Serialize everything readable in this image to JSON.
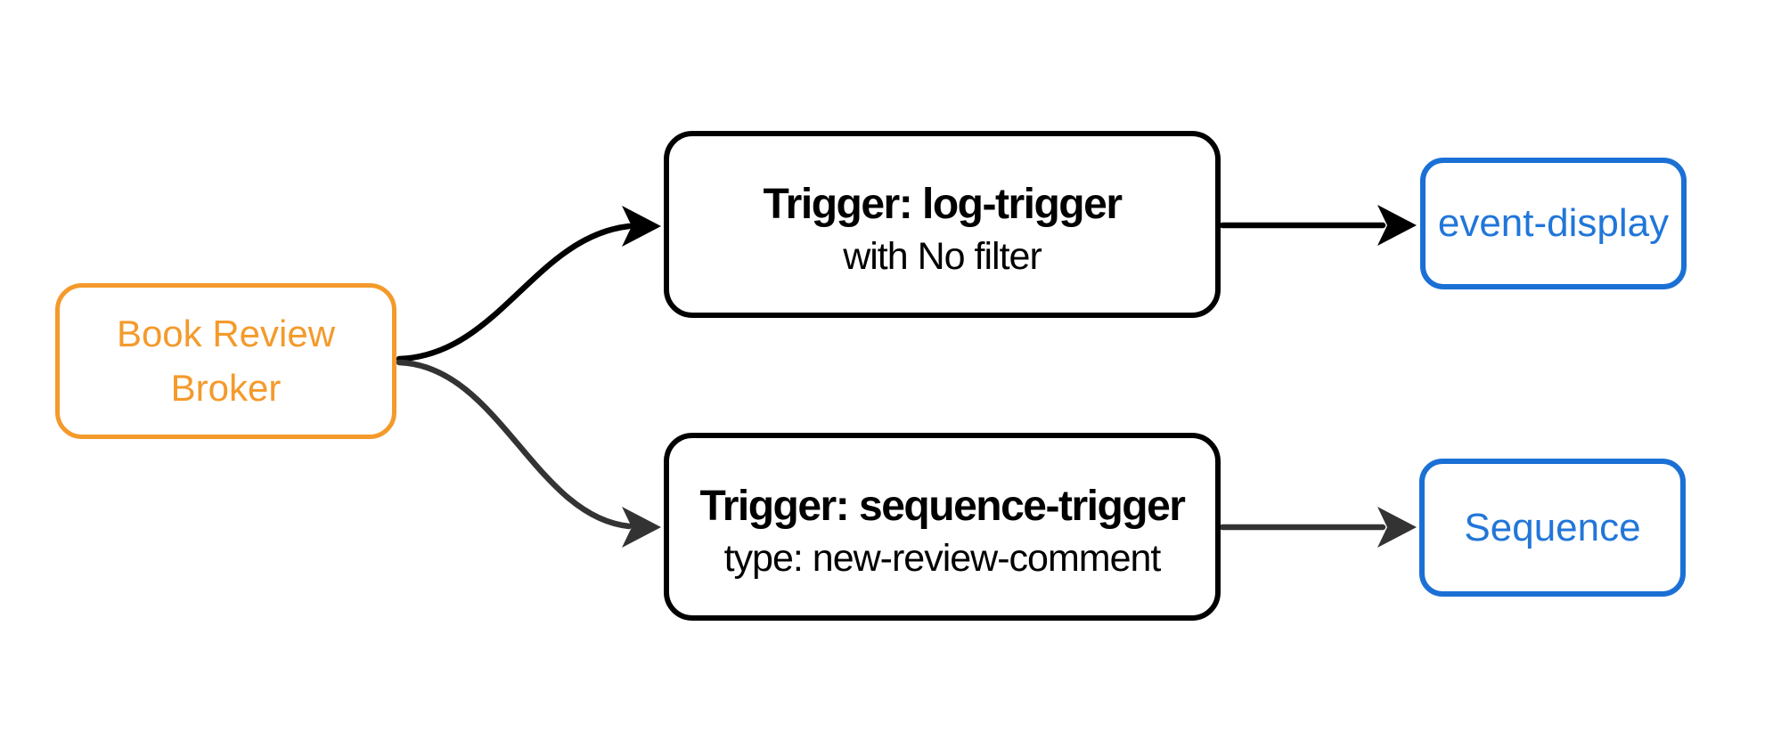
{
  "diagram": {
    "type": "flowchart",
    "background": "#ffffff",
    "nodes": {
      "broker": {
        "label": "Book Review Broker",
        "role": "source",
        "color": "#F49A2B"
      },
      "log_trigger": {
        "title": "Trigger: log-trigger",
        "subtitle": "with No filter",
        "color": "#000000"
      },
      "sequence_trigger": {
        "title": "Trigger: sequence-trigger",
        "subtitle": "type: new-review-comment",
        "color": "#000000"
      },
      "event_display": {
        "label": "event-display",
        "role": "sink",
        "color": "#1B70D5"
      },
      "sequence": {
        "label": "Sequence",
        "role": "sink",
        "color": "#1B70D5"
      }
    },
    "edges": [
      {
        "from": "broker",
        "to": "log_trigger",
        "style": "curved"
      },
      {
        "from": "log_trigger",
        "to": "event_display",
        "style": "straight"
      },
      {
        "from": "broker",
        "to": "sequence_trigger",
        "style": "curved"
      },
      {
        "from": "sequence_trigger",
        "to": "sequence",
        "style": "straight"
      }
    ],
    "colors": {
      "orange": "#F49A2B",
      "blue": "#1B70D5",
      "black": "#000000",
      "dark_gray": "#333333",
      "background": "#ffffff"
    }
  }
}
